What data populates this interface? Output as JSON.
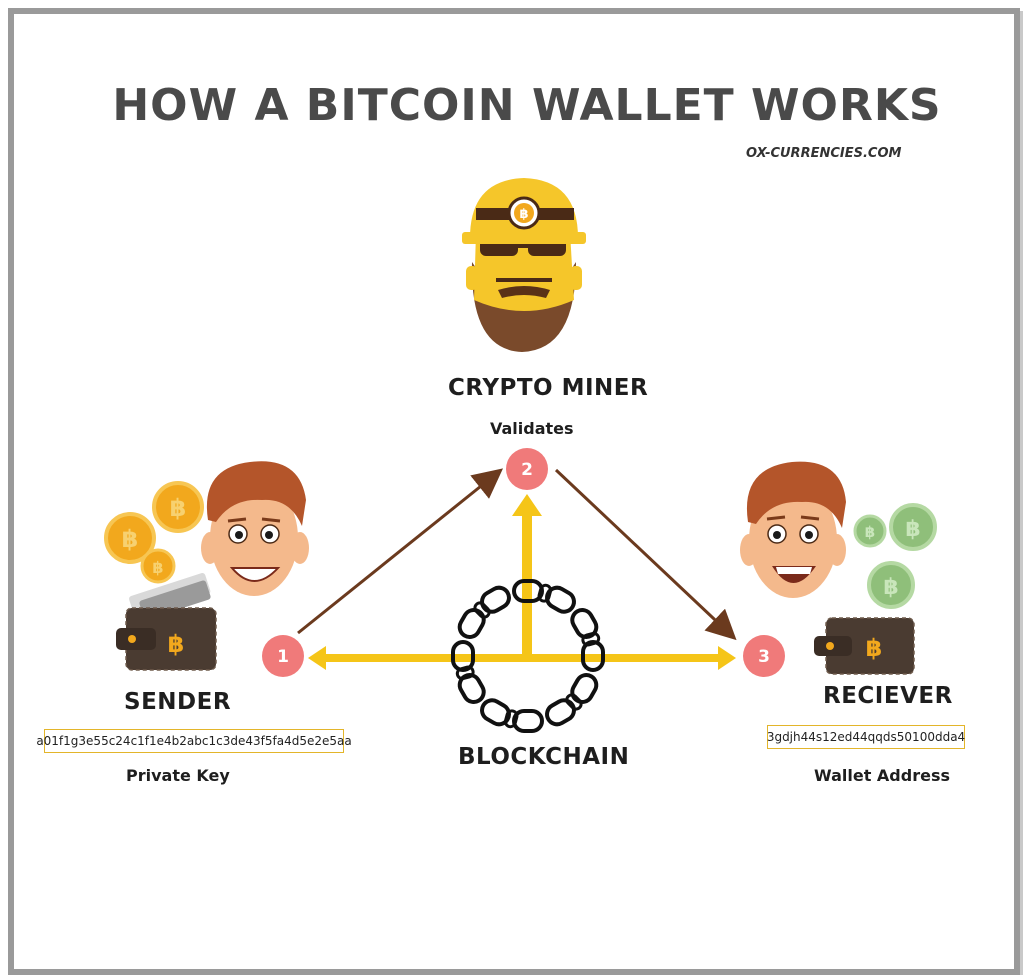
{
  "title": "HOW A BITCOIN WALLET WORKS",
  "website": "OX-CURRENCIES.COM",
  "miner": {
    "label": "CRYPTO MINER",
    "role": "Validates",
    "step": "2"
  },
  "sender": {
    "label": "SENDER",
    "key_value": "a01f1g3e55c24c1f1e4b2abc1c3de43f5fa4d5e2e5aa",
    "key_label": "Private Key",
    "step": "1"
  },
  "receiver": {
    "label": "RECIEVER",
    "address_value": "3gdjh44s12ed44qqds50100dda4",
    "address_label": "Wallet Address",
    "step": "3"
  },
  "blockchain": {
    "label": "BLOCKCHAIN"
  },
  "icons": {
    "coin_symbol": "฿"
  },
  "colors": {
    "arrow_gold": "#f5c518",
    "arrow_brown": "#6b3a1e",
    "step_circle": "#f07a7a",
    "coin_gold": "#f2a81d",
    "coin_green": "#8fbf7a",
    "title_gray": "#4a4a4a"
  }
}
